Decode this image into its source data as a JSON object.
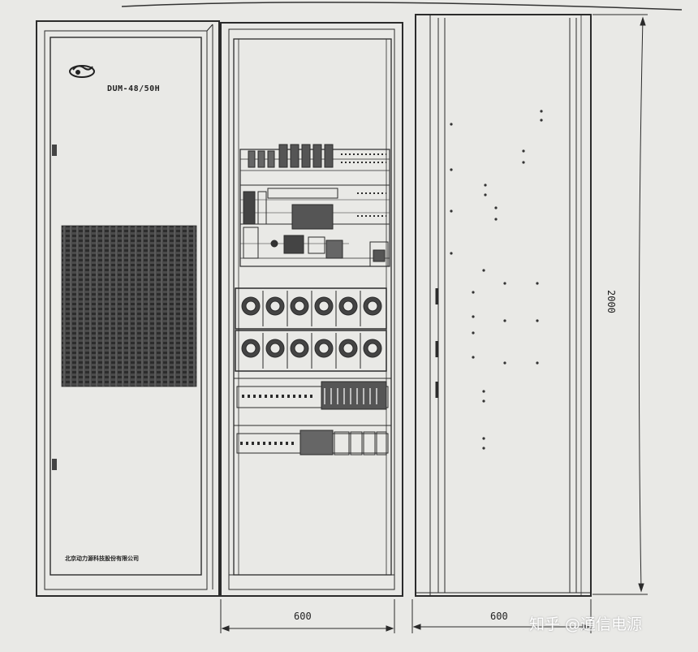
{
  "labels": {
    "model": "DUM-48/50H",
    "manufacturer": "北京动力源科技股份有限公司",
    "width_front": "600",
    "width_side": "600",
    "height": "2000"
  },
  "watermark": "知乎 @通信电源",
  "colors": {
    "paper": "#e9e9e6",
    "line": "#2b2b2b",
    "grille": "#3a3a3a"
  },
  "icons": {
    "logo": "company-logo-icon"
  }
}
